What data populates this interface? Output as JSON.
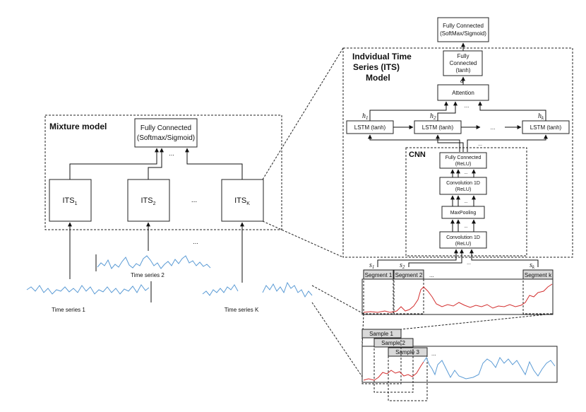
{
  "mixture": {
    "title": "Mixture model",
    "fc_line1": "Fully Connected",
    "fc_line2": "(Softmax/Sigmoid)",
    "its_label": "ITS",
    "its_subs": [
      "1",
      "2",
      "K"
    ],
    "ellipsis": "...",
    "dots": "..."
  },
  "series": {
    "ts1": "Time series 1",
    "ts2": "Time series 2",
    "tsk": "Time series K"
  },
  "its_model": {
    "title_line1": "Indvidual Time",
    "title_line2": "Series (ITS)",
    "title_line3": "Model",
    "top_fc_line1": "Fully Connected",
    "top_fc_line2": "(SoftMax/Sigmoid)",
    "fc_tanh_line1": "Fully",
    "fc_tanh_line2": "Connected",
    "fc_tanh_line3": "(tanh)",
    "alpha": "a",
    "attention": "Attention",
    "lstm": "LSTM (tanh)",
    "h1": "h",
    "h1_sub": "1",
    "h2": "h",
    "h2_sub": "2",
    "hk": "h",
    "hk_sub": "k",
    "dots": "...",
    "dots_lstm": "..."
  },
  "cnn": {
    "title": "CNN",
    "fc_relu_line1": "Fully Connected",
    "fc_relu_line2": "(ReLU)",
    "conv_line1": "Convolution 1D",
    "conv_line2": "(ReLU)",
    "maxpool": "MaxPooling",
    "dots": "..."
  },
  "segments": {
    "labels": [
      "Segment 1",
      "Segment 2",
      "Segment k"
    ],
    "s_labels": [
      "s",
      "s",
      "s"
    ],
    "s_subs": [
      "1",
      "2",
      "k"
    ],
    "dots": "..."
  },
  "samples": {
    "labels": [
      "Sample 1",
      "Sample 2",
      "Sample 3"
    ],
    "dots": "..."
  },
  "colors": {
    "blue_series": "#5b9bd5",
    "red_series": "#d32f2f",
    "gray_label": "#d9d9d9",
    "line": "#111111"
  }
}
